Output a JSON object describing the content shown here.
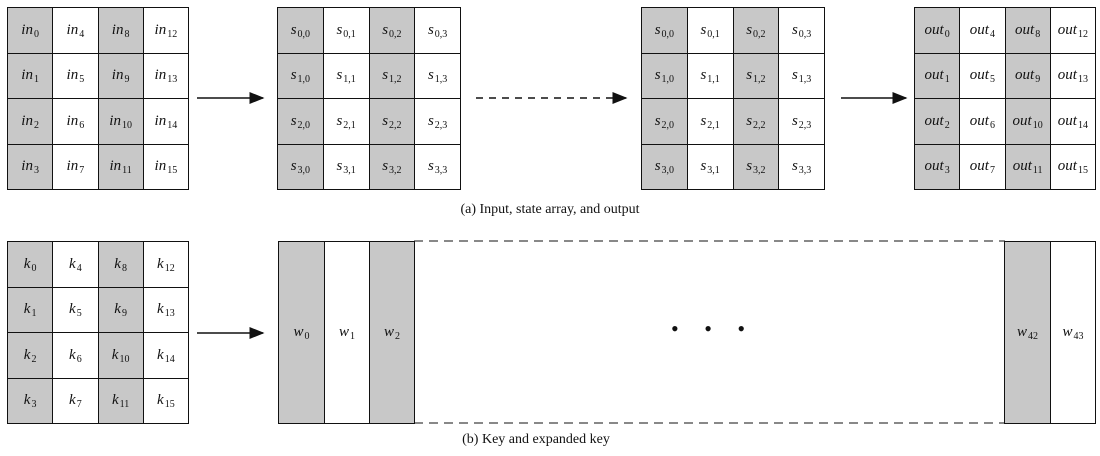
{
  "panel_a": {
    "grids": [
      {
        "id": "in",
        "labels": [
          [
            "in",
            "0"
          ],
          [
            "in",
            "4"
          ],
          [
            "in",
            "8"
          ],
          [
            "in",
            "12"
          ],
          [
            "in",
            "1"
          ],
          [
            "in",
            "5"
          ],
          [
            "in",
            "9"
          ],
          [
            "in",
            "13"
          ],
          [
            "in",
            "2"
          ],
          [
            "in",
            "6"
          ],
          [
            "in",
            "10"
          ],
          [
            "in",
            "14"
          ],
          [
            "in",
            "3"
          ],
          [
            "in",
            "7"
          ],
          [
            "in",
            "11"
          ],
          [
            "in",
            "15"
          ]
        ]
      },
      {
        "id": "s1",
        "labels": [
          [
            "s",
            "0,0"
          ],
          [
            "s",
            "0,1"
          ],
          [
            "s",
            "0,2"
          ],
          [
            "s",
            "0,3"
          ],
          [
            "s",
            "1,0"
          ],
          [
            "s",
            "1,1"
          ],
          [
            "s",
            "1,2"
          ],
          [
            "s",
            "1,3"
          ],
          [
            "s",
            "2,0"
          ],
          [
            "s",
            "2,1"
          ],
          [
            "s",
            "2,2"
          ],
          [
            "s",
            "2,3"
          ],
          [
            "s",
            "3,0"
          ],
          [
            "s",
            "3,1"
          ],
          [
            "s",
            "3,2"
          ],
          [
            "s",
            "3,3"
          ]
        ]
      },
      {
        "id": "s2",
        "labels": [
          [
            "s",
            "0,0"
          ],
          [
            "s",
            "0,1"
          ],
          [
            "s",
            "0,2"
          ],
          [
            "s",
            "0,3"
          ],
          [
            "s",
            "1,0"
          ],
          [
            "s",
            "1,1"
          ],
          [
            "s",
            "1,2"
          ],
          [
            "s",
            "1,3"
          ],
          [
            "s",
            "2,0"
          ],
          [
            "s",
            "2,1"
          ],
          [
            "s",
            "2,2"
          ],
          [
            "s",
            "2,3"
          ],
          [
            "s",
            "3,0"
          ],
          [
            "s",
            "3,1"
          ],
          [
            "s",
            "3,2"
          ],
          [
            "s",
            "3,3"
          ]
        ]
      },
      {
        "id": "out",
        "labels": [
          [
            "out",
            "0"
          ],
          [
            "out",
            "4"
          ],
          [
            "out",
            "8"
          ],
          [
            "out",
            "12"
          ],
          [
            "out",
            "1"
          ],
          [
            "out",
            "5"
          ],
          [
            "out",
            "9"
          ],
          [
            "out",
            "13"
          ],
          [
            "out",
            "2"
          ],
          [
            "out",
            "6"
          ],
          [
            "out",
            "10"
          ],
          [
            "out",
            "14"
          ],
          [
            "out",
            "3"
          ],
          [
            "out",
            "7"
          ],
          [
            "out",
            "11"
          ],
          [
            "out",
            "15"
          ]
        ]
      }
    ],
    "caption": "(a) Input, state array, and output"
  },
  "panel_b": {
    "key_grid": {
      "id": "k",
      "labels": [
        [
          "k",
          "0"
        ],
        [
          "k",
          "4"
        ],
        [
          "k",
          "8"
        ],
        [
          "k",
          "12"
        ],
        [
          "k",
          "1"
        ],
        [
          "k",
          "5"
        ],
        [
          "k",
          "9"
        ],
        [
          "k",
          "13"
        ],
        [
          "k",
          "2"
        ],
        [
          "k",
          "6"
        ],
        [
          "k",
          "10"
        ],
        [
          "k",
          "14"
        ],
        [
          "k",
          "3"
        ],
        [
          "k",
          "7"
        ],
        [
          "k",
          "11"
        ],
        [
          "k",
          "15"
        ]
      ]
    },
    "expanded": [
      [
        "w",
        "0"
      ],
      [
        "w",
        "1"
      ],
      [
        "w",
        "2"
      ],
      [
        "w",
        "42"
      ],
      [
        "w",
        "43"
      ]
    ],
    "ellipsis": "• • •",
    "caption": "(b) Key and expanded key"
  },
  "colors": {
    "shade": "#c8c8c8",
    "line": "#111111"
  }
}
